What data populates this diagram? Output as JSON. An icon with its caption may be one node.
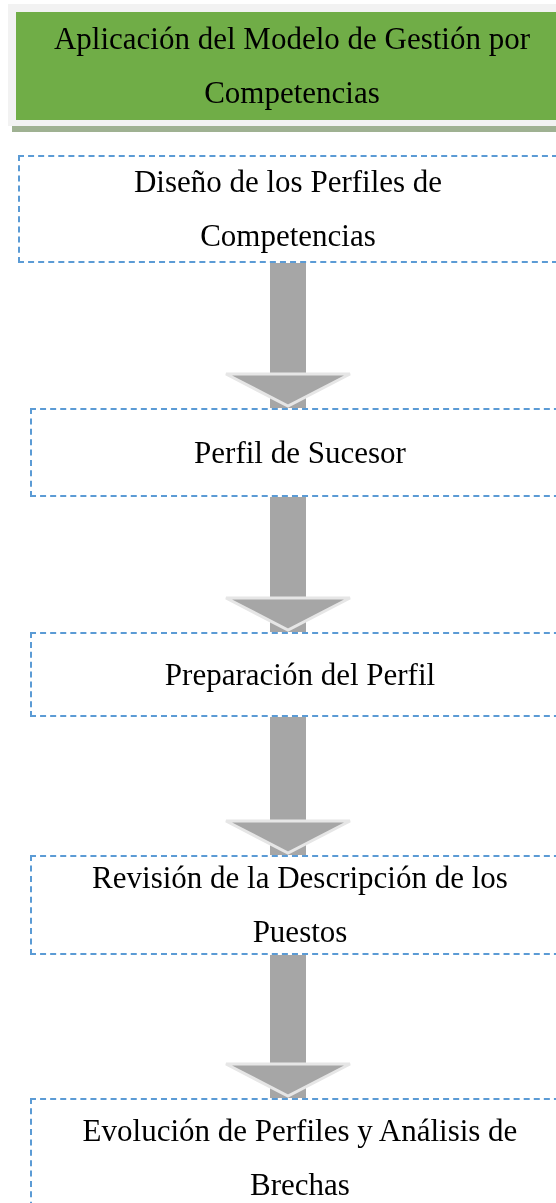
{
  "diagram": {
    "nodes": [
      {
        "text": [
          "Aplicación del Modelo de Gestión por Competencias"
        ]
      },
      {
        "text": [
          "Diseño de los Perfiles de Competencias"
        ]
      },
      {
        "text": [
          "Perfil de Sucesor"
        ]
      },
      {
        "text": [
          "Preparación del Perfil"
        ]
      },
      {
        "text": [
          "Revisión de la Descripción de los Puestos"
        ]
      },
      {
        "text": [
          "Evolución de Perfiles y Análisis de Brechas"
        ]
      }
    ],
    "edges": [
      {
        "from": 1,
        "to": 2,
        "arrow": "to"
      },
      {
        "from": 2,
        "to": 3,
        "arrow": "to"
      },
      {
        "from": 3,
        "to": 4,
        "arrow": "to"
      },
      {
        "from": 4,
        "to": 5,
        "arrow": "to"
      }
    ]
  }
}
